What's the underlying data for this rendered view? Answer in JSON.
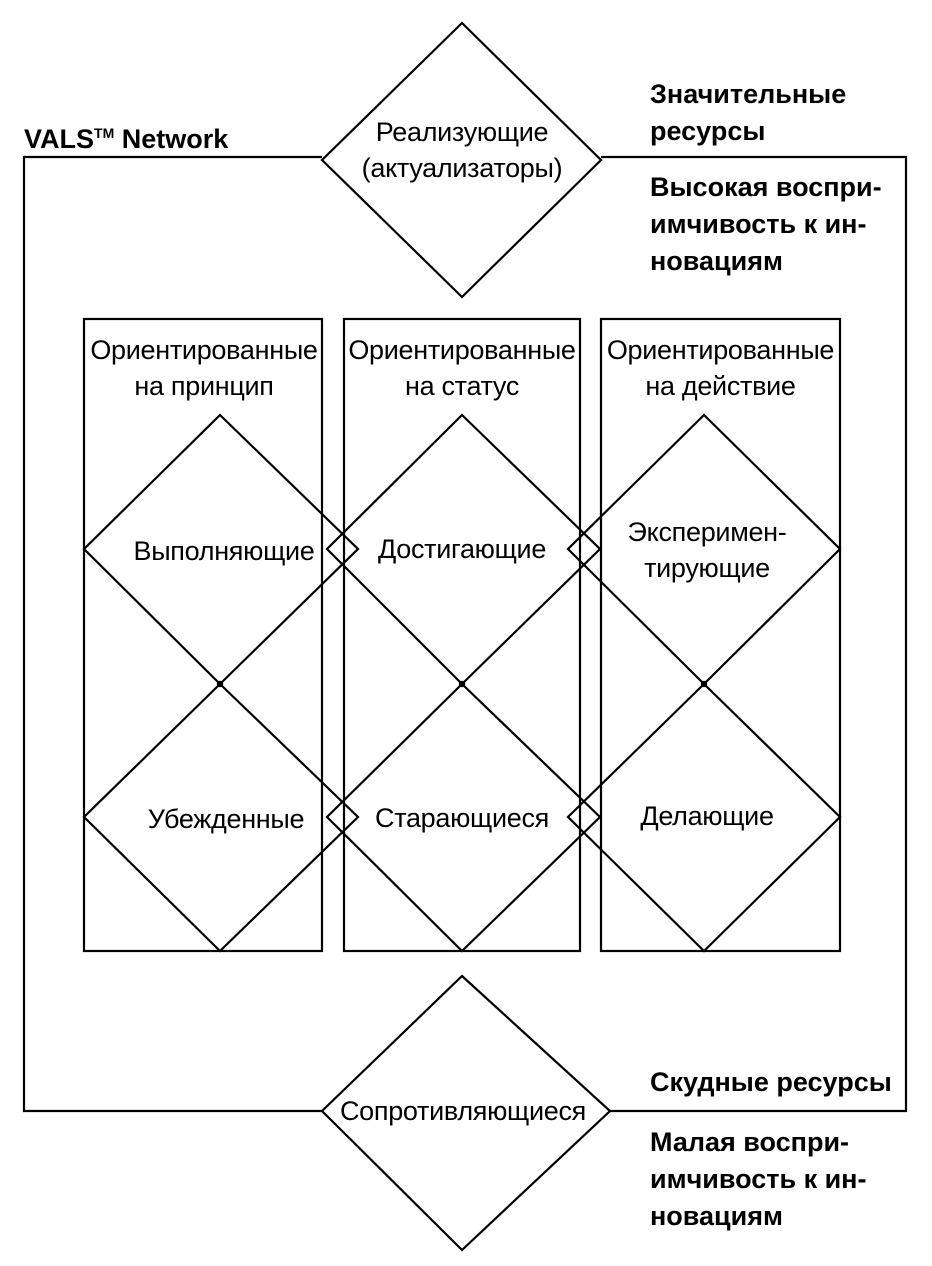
{
  "network": {
    "title": "VALS",
    "mark": "TM",
    "title_suffix": " Network"
  },
  "top": {
    "label": "Реализующие\n(актуализаторы)"
  },
  "bottom": {
    "label": "Сопротивляющиеся"
  },
  "columns": {
    "principle": {
      "title": "Ориентированные\nна принцип",
      "upper": "Выполняющие",
      "lower": "Убежденные"
    },
    "status": {
      "title": "Ориентированные\nна статус",
      "upper": "Достигающие",
      "lower": "Старающиеся"
    },
    "action": {
      "title": "Ориентированные\nна действие",
      "upper": "Эксперимен-\nтирующие",
      "lower": "Делающие"
    }
  },
  "annotations": {
    "high_resources": "Значительные\nресурсы",
    "high_innovation": "Высокая воспри-\nимчивость к ин-\nновациям",
    "low_resources": "Скудные ресурсы",
    "low_innovation": "Малая воспри-\nимчивость к ин-\nновациям"
  },
  "style": {
    "line_color": "#000000",
    "background": "#ffffff"
  }
}
